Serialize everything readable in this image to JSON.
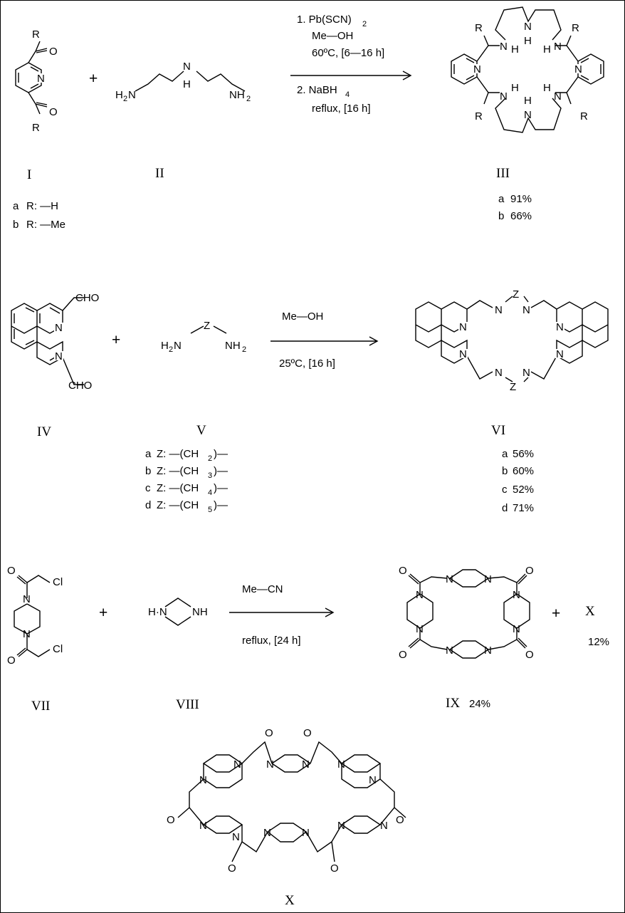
{
  "scheme": {
    "reaction1": {
      "reactants": [
        {
          "id": "I",
          "substituents": [
            {
              "key": "a",
              "text": "R: —H"
            },
            {
              "key": "b",
              "text": "R: —Me"
            }
          ]
        },
        {
          "id": "II"
        }
      ],
      "conditions_above": [
        "1. Pb(SCN)",
        "Me—OH",
        "60ºC, [6—16 h]"
      ],
      "conditions_below": [
        "2. NaBH",
        "reflux, [16 h]"
      ],
      "product": {
        "id": "III",
        "yields": [
          {
            "key": "a",
            "text": "91%"
          },
          {
            "key": "b",
            "text": "66%"
          }
        ]
      }
    },
    "reaction2": {
      "reactants": [
        {
          "id": "IV"
        },
        {
          "id": "V",
          "substituents": [
            {
              "key": "a",
              "text": "Z: —(CH",
              "n": "2"
            },
            {
              "key": "b",
              "text": "Z: —(CH",
              "n": "3"
            },
            {
              "key": "c",
              "text": "Z: —(CH",
              "n": "4"
            },
            {
              "key": "d",
              "text": "Z: —(CH",
              "n": "5"
            }
          ]
        }
      ],
      "conditions_above": [
        "Me—OH"
      ],
      "conditions_below": [
        "25ºC, [16 h]"
      ],
      "product": {
        "id": "VI",
        "yields": [
          {
            "key": "a",
            "text": "56%"
          },
          {
            "key": "b",
            "text": "60%"
          },
          {
            "key": "c",
            "text": "52%"
          },
          {
            "key": "d",
            "text": "71%"
          }
        ]
      }
    },
    "reaction3": {
      "reactants": [
        {
          "id": "VII"
        },
        {
          "id": "VIII"
        }
      ],
      "conditions_above": [
        "Me—CN"
      ],
      "conditions_below": [
        "reflux, [24 h]"
      ],
      "products": [
        {
          "id": "IX",
          "yield": "24%"
        },
        {
          "id": "X",
          "yield": "12%"
        }
      ]
    },
    "operator_plus": "+"
  }
}
